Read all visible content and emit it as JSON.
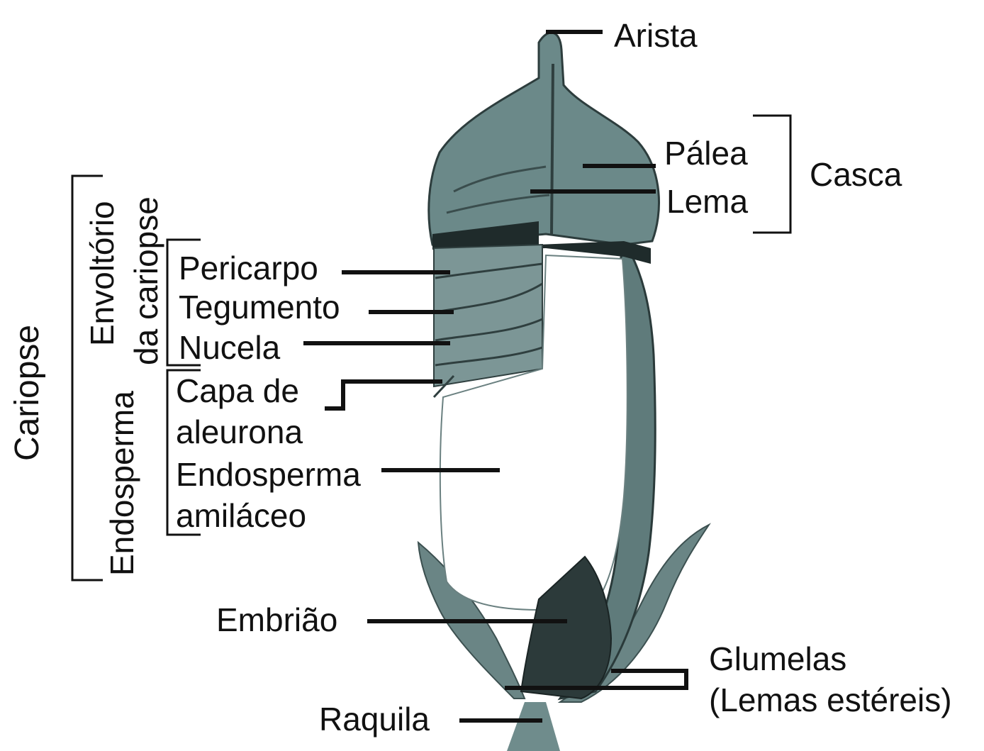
{
  "labels": {
    "arista": "Arista",
    "palea": "Pálea",
    "lema": "Lema",
    "casca": "Casca",
    "pericarpo": "Pericarpo",
    "tegumento": "Tegumento",
    "nucela": "Nucela",
    "capa_de": "Capa de",
    "aleurona": "aleurona",
    "endosperma": "Endosperma",
    "amilaceo": "amiláceo",
    "embriao": "Embrião",
    "glumelas": "Glumelas",
    "lemas_estereis": "(Lemas estéreis)",
    "raquila": "Raquila",
    "cariopse": "Cariopse",
    "envoltorio": "Envoltório",
    "da_cariopse": "da cariopse",
    "endosperma_vertical": "Endosperma"
  }
}
